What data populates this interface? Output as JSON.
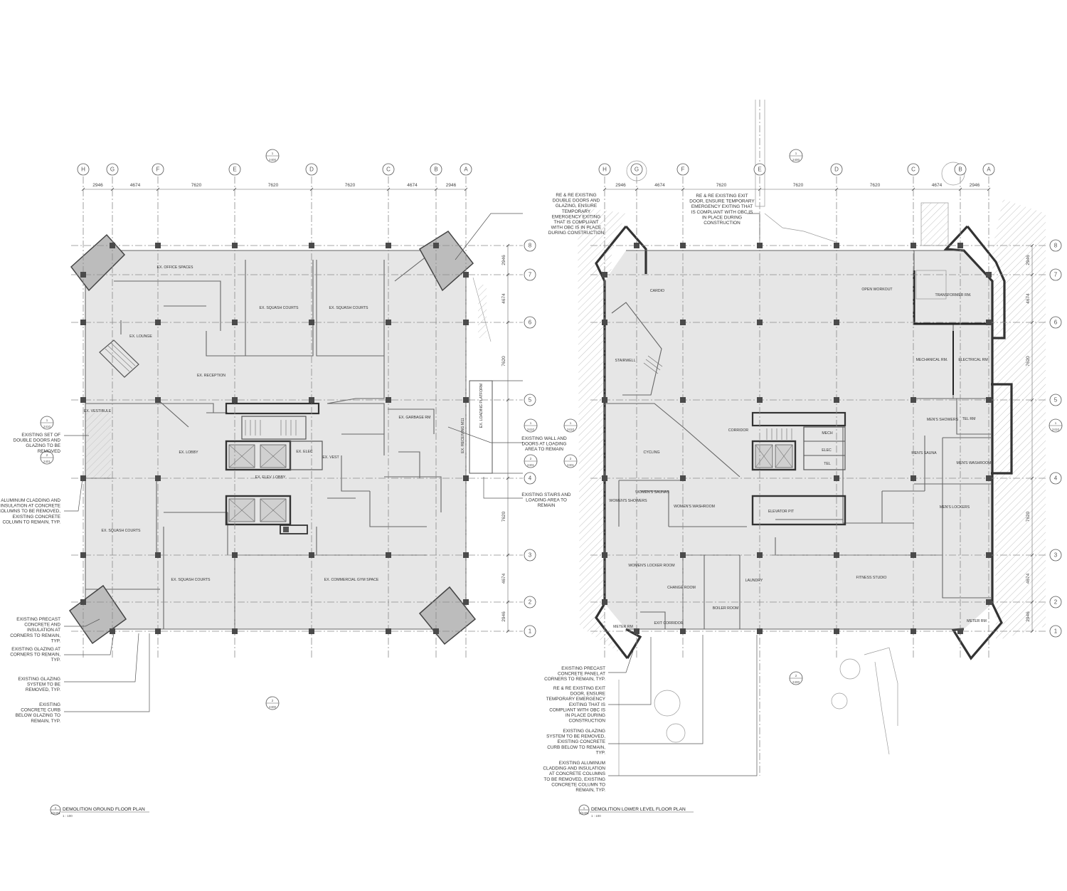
{
  "drawing": {
    "plan_ground": {
      "title": "DEMOLITION GROUND FLOOR PLAN",
      "title_num": "2",
      "title_sheet": "2/2401",
      "scale": "1 : 100",
      "section_top_num": "1",
      "section_top_sheet": "2400",
      "section_bottom_num": "2",
      "section_bottom_sheet": "2400",
      "section_left_num_1": "1",
      "section_left_sheet_1": "2410",
      "section_left_num_2": "2",
      "section_left_sheet_2": "2401",
      "section_right_num": "1",
      "section_right_sheet": "2410",
      "section_right_num_2": "2",
      "section_right_sheet_2": "2401",
      "rooms": {
        "office": "EX. OFFICE SPACES",
        "squash1": "EX. SQUASH COURTS",
        "squash2": "EX. SQUASH COURTS",
        "lounge": "EX. LOUNGE",
        "reception": "EX. RECEPTION",
        "vestibule": "EX. VESTIBULE",
        "garbage": "EX. GARBAGE RM",
        "lobby": "EX. LOBBY",
        "elec": "EX. ELEC",
        "vest": "EX. VEST",
        "elevlobby": "EX. ELEV. LOBBY",
        "squash3": "EX. SQUASH COURTS",
        "squash4": "EX. SQUASH COURTS",
        "gym": "EX. COMMERCIAL GYM SPACE",
        "receiving": "EX. RECEIVING M11",
        "loading": "EX. LOADING PLATFORM"
      }
    },
    "plan_lower": {
      "title": "DEMOLITION LOWER LEVEL FLOOR PLAN",
      "title_num": "1",
      "title_sheet": "2/2401",
      "scale": "1 : 100",
      "section_top_num": "1",
      "section_top_sheet": "2400",
      "section_bottom_num": "2",
      "section_bottom_sheet": "2400",
      "section_left_num_1": "1",
      "section_left_sheet_1": "2410",
      "section_left_num_2": "2",
      "section_left_sheet_2": "2401",
      "section_right_num": "1",
      "section_right_sheet": "2410",
      "rooms": {
        "cardio": "CARDIO",
        "open_workout": "OPEN WORKOUT",
        "transformer": "TRANSFORMER RM.",
        "stairwell": "STAIRWELL",
        "mechanical": "MECHANICAL RM.",
        "electrical": "ELECTRICAL RM",
        "corridor": "CORRIDOR",
        "mech": "MECH",
        "elec": "ELEC",
        "tel": "TEL",
        "mens_showers": "MEN'S SHOWERS",
        "tel_rm": "TEL RM",
        "cycling": "CYCLING",
        "mens_sauna": "MEN'S SAUNA",
        "mens_washroom": "MEN'S WASHROOM",
        "womens_showers": "WOMEN'S SHOWERS",
        "womens_saunas": "WOMEN'S SAUNAS",
        "womens_washroom": "WOMEN'S WASHROOM",
        "elevator_pit": "ELEVATOR PIT",
        "mens_lockers": "MEN'S LOCKERS",
        "womens_locker": "WOMEN'S LOCKER ROOM",
        "laundry": "LAUNDRY",
        "change_room": "CHANGE ROOM",
        "fitness_studio": "FITNESS STUDIO",
        "boiler_room": "BOILER ROOM",
        "meter_rm_l": "METER RM",
        "exit_corridor": "EXIT CORRIDOR",
        "meter_rm_r": "METER RM"
      }
    },
    "grid_letters": [
      "H",
      "G",
      "F",
      "E",
      "D",
      "C",
      "B",
      "A"
    ],
    "grid_numbers": [
      "8",
      "7",
      "6",
      "5",
      "4",
      "3",
      "2",
      "1"
    ],
    "dims_horizontal": [
      "2946",
      "4674",
      "7620",
      "7620",
      "7620",
      "4674",
      "2946"
    ],
    "dims_vertical": [
      "2946",
      "4674",
      "7620",
      "7620",
      "4674",
      "2946"
    ],
    "notes": {
      "n1": [
        "RE & RE EXISTING",
        "DOUBLE DOORS AND",
        "GLAZING, ENSURE",
        "TEMPORARY",
        "EMERGENCY EXITING",
        "THAT IS COMPLIANT",
        "WITH OBC IS IN PLACE",
        "DURING CONSTRUCTION"
      ],
      "n2": [
        "EXISTING WALL AND",
        "DOORS AT LOADING",
        "AREA TO REMAIN"
      ],
      "n3": [
        "EXISTING STAIRS AND",
        "LOADING AREA TO",
        "REMAIN"
      ],
      "n4": [
        "EXISTING SET OF",
        "DOUBLE DOORS AND",
        "GLAZING TO BE",
        "REMOVED"
      ],
      "n5": [
        "ALUMINUM CLADDING AND",
        "INSULATION AT CONCRETE",
        "COLUMNS TO BE REMOVED,",
        "EXISTING CONCRETE",
        "COLUMN TO REMAIN, TYP."
      ],
      "n6": [
        "EXISTING PRECAST",
        "CONCRETE AND",
        "INSULATION AT",
        "CORNERS TO REMAIN,",
        "TYP."
      ],
      "n7": [
        "EXISTING GLAZING AT",
        "CORNERS TO REMAIN,",
        "TYP."
      ],
      "n8": [
        "EXISTING GLAZING",
        "SYSTEM TO BE",
        "REMOVED, TYP."
      ],
      "n9": [
        "EXISTING",
        "CONCRETE CURB",
        "BELOW GLAZING TO",
        "REMAIN, TYP."
      ],
      "n10": [
        "RE & RE EXISTING EXIT",
        "DOOR, ENSURE TEMPORARY",
        "EMERGENCY EXITING THAT",
        "IS COMPLIANT WITH OBC IS",
        "IN PLACE DURING",
        "CONSTRUCTION"
      ],
      "n11": [
        "EXISTING PRECAST",
        "CONCRETE PANEL AT",
        "CORNERS TO REMAIN, TYP."
      ],
      "n12": [
        "RE & RE EXISTING EXIT",
        "DOOR, ENSURE",
        "TEMPORARY EMERGENCY",
        "EXITING THAT IS",
        "COMPLIANT WITH OBC IS",
        "IN PLACE DURING",
        "CONSTRUCTION"
      ],
      "n13": [
        "EXISTING GLAZING",
        "SYSTEM TO BE REMOVED,",
        "EXISTING CONCRETE",
        "CURB BELOW TO REMAIN,",
        "TYP."
      ],
      "n14": [
        "EXISTING ALUMINUM",
        "CLADDING AND INSULATION",
        "AT CONCRETE COLUMNS",
        "TO BE REMOVED, EXISTING",
        "CONCRETE COLUMN TO",
        "REMAIN, TYP."
      ]
    }
  }
}
